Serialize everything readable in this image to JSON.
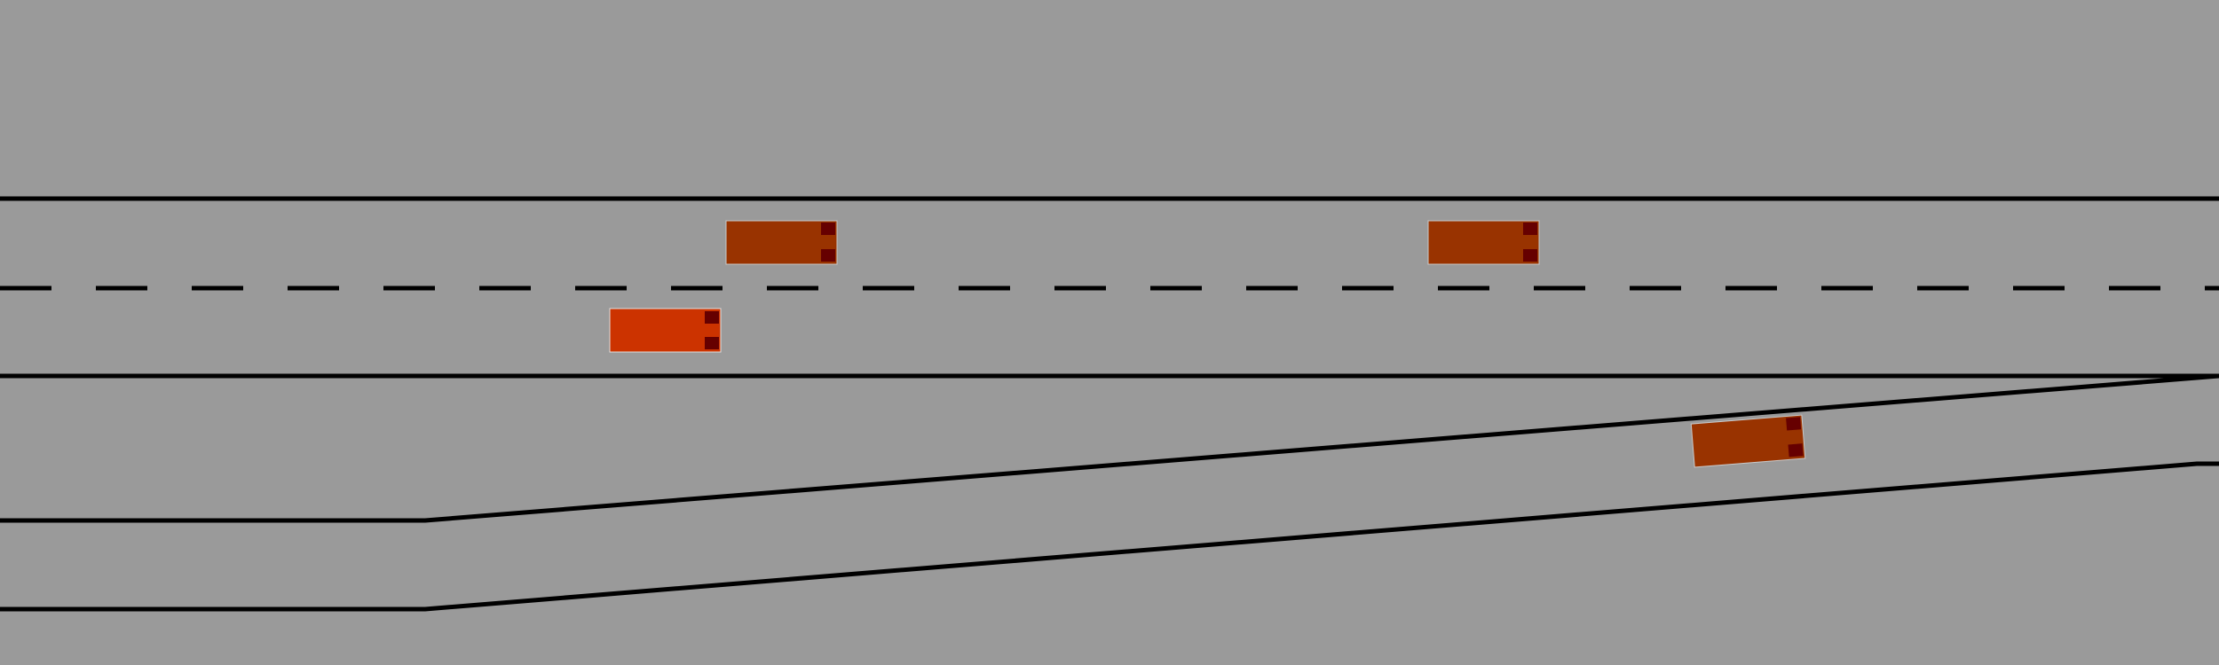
{
  "scene": {
    "type": "highway-merge-simulation",
    "background_color": "#9a9a9a",
    "line_color": "#000000",
    "main_road": {
      "lanes": 2,
      "lane_divider_style": "dashed"
    },
    "on_ramp": {
      "lanes": 1,
      "side": "bottom",
      "merges_to": "right"
    },
    "vehicles": [
      {
        "id": "vehicle-1",
        "role": "other",
        "lane": "main-upper",
        "heading": "right",
        "color": "#993300",
        "light_color": "#660000"
      },
      {
        "id": "vehicle-2",
        "role": "other",
        "lane": "main-upper",
        "heading": "right",
        "color": "#993300",
        "light_color": "#660000"
      },
      {
        "id": "vehicle-ego",
        "role": "ego",
        "lane": "main-lower",
        "heading": "right",
        "color": "#cc3300",
        "light_color": "#660000"
      },
      {
        "id": "vehicle-3",
        "role": "other",
        "lane": "on-ramp",
        "heading": "right-merging",
        "color": "#993300",
        "light_color": "#660000"
      }
    ]
  }
}
